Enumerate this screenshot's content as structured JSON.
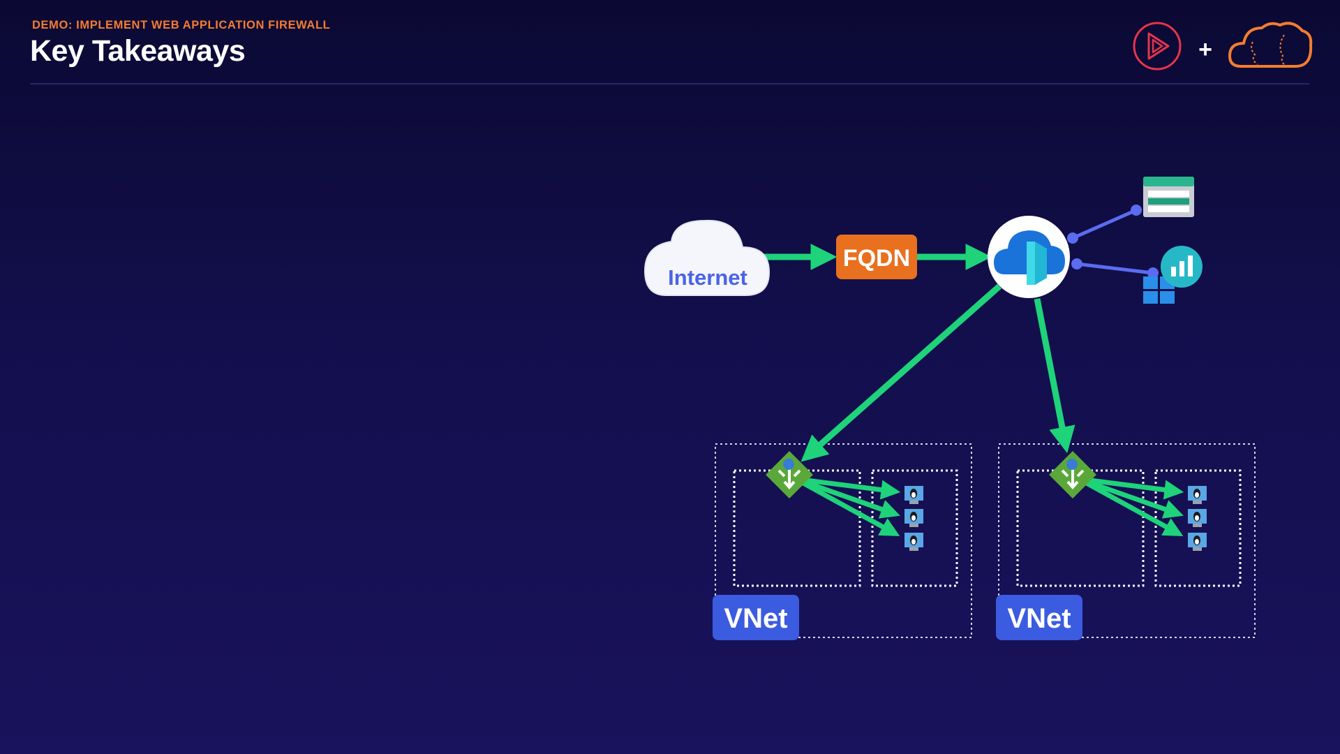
{
  "header": {
    "subtitle": "DEMO: IMPLEMENT WEB APPLICATION FIREWALL",
    "title": "Key Takeaways"
  },
  "logos": {
    "plus": "+",
    "left_logo": "play-logo-icon",
    "right_logo": "cloud-brain-logo-icon"
  },
  "diagram": {
    "internet_label": "Internet",
    "fqdn_label": "FQDN",
    "vnet_left_label": "VNet",
    "vnet_right_label": "VNet",
    "front_door_icon": "front-door-icon",
    "storage_icon": "storage-account-icon",
    "monitor_icon": "log-analytics-icon"
  },
  "colors": {
    "accent_orange": "#f47c30",
    "arrow_green": "#1ed37a",
    "vnet_blue": "#3b5be0",
    "connector_blue": "#5b6cf0",
    "fqdn_orange": "#e8701f"
  }
}
